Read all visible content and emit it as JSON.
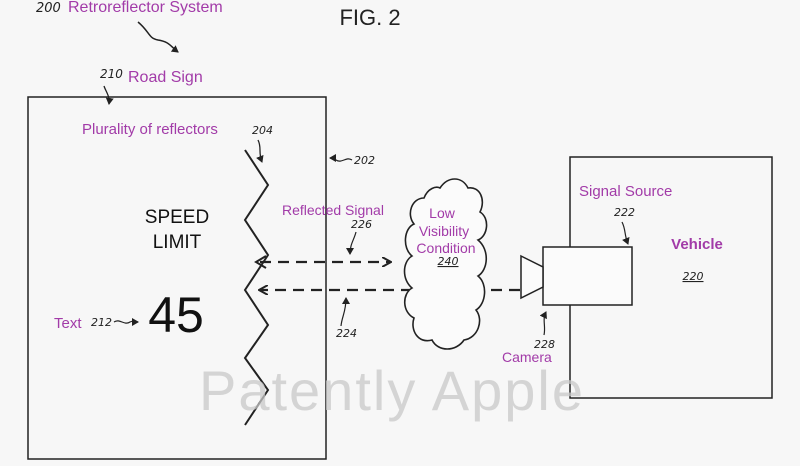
{
  "figure": {
    "title": "FIG. 2"
  },
  "system": {
    "ref": "200",
    "label": "Retroreflector System"
  },
  "road_sign": {
    "ref": "210",
    "label": "Road Sign",
    "reflectors_label": "Plurality of reflectors",
    "reflectors_ref": "204",
    "boundary_ref": "202",
    "sign_line1": "SPEED",
    "sign_line2": "LIMIT",
    "sign_value": "45",
    "text_label": "Text",
    "text_ref": "212"
  },
  "signals": {
    "reflected_label": "Reflected Signal",
    "reflected_ref": "226",
    "incoming_ref": "224"
  },
  "condition": {
    "line1": "Low",
    "line2": "Visibility",
    "line3": "Condition",
    "ref": "240"
  },
  "vehicle": {
    "label": "Vehicle",
    "ref": "220",
    "signal_source_label": "Signal Source",
    "signal_source_ref": "222",
    "camera_label": "Camera",
    "camera_ref": "228"
  },
  "watermark": "Patently Apple",
  "colors": {
    "label": "#a23ba8",
    "line": "#222222",
    "watermark": "#c8c8c8"
  }
}
